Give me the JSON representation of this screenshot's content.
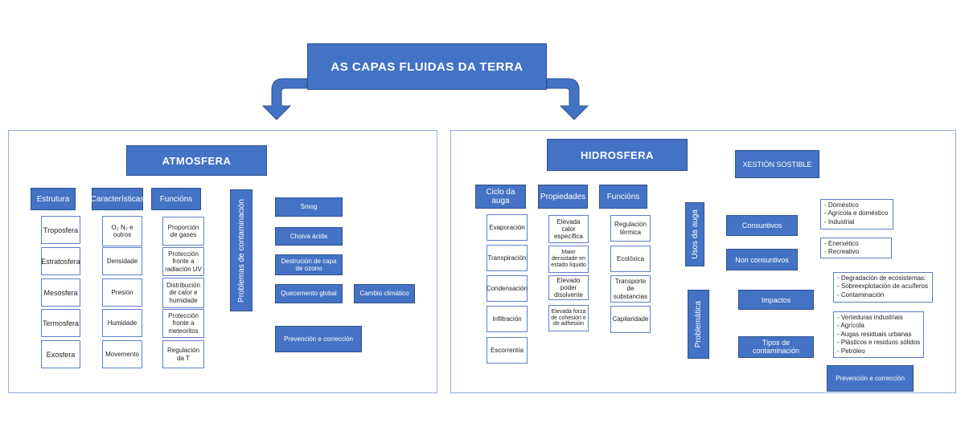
{
  "title": "AS CAPAS FLUIDAS DA TERRA",
  "colors": {
    "box_fill": "#4472c4",
    "box_border": "#2f528f",
    "line": "#a0a0a0",
    "panel_border": "#8ea9db"
  },
  "atmosfera": {
    "title": "ATMOSFERA",
    "estrutura": {
      "header": "Estrutura",
      "items": [
        "Troposfera",
        "Estratosfera",
        "Mesosfera",
        "Termosfera",
        "Exosfera"
      ]
    },
    "caracteristicas": {
      "header": "Características",
      "items": [
        "O₂ N₂ e outros",
        "Densidade",
        "Presión",
        "Humidade",
        "Movemento"
      ]
    },
    "funcions": {
      "header": "Funcións",
      "items": [
        "Proporción de gases",
        "Protección fronte a radiación UV",
        "Distribución de calor e humidade",
        "Protección fronte a meteoritos",
        "Regulación da T"
      ]
    },
    "problemas": {
      "header": "Problemas de contaminación",
      "items": [
        "Smog",
        "Choiva ácida",
        "Destrución de capa de ozono",
        "Quecemento global"
      ],
      "extra": "Cambio climático"
    },
    "prevencion": "Prevención e corrección"
  },
  "hidrosfera": {
    "title": "HIDROSFERA",
    "ciclo": {
      "header": "Ciclo da auga",
      "items": [
        "Evaporación",
        "Transpiración",
        "Condensación",
        "Infiltración",
        "Escorrentía"
      ]
    },
    "propiedades": {
      "header": "Propiedades",
      "items": [
        "Elevada calor específica",
        "Maior densidade en estado líquido",
        "Elevado poder disolvente",
        "Elevada forza de cohesión e de adhesión"
      ]
    },
    "funcions": {
      "header": "Funcións",
      "items": [
        "Regulación térmica",
        "Ecolóxica",
        "Transporte de substancias",
        "Capilaridade"
      ]
    },
    "xestion": "XESTIÓN SOSTIBLE",
    "usos": {
      "header": "Usos da auga",
      "consuntivos": {
        "label": "Consuntivos",
        "items": [
          "- Doméstico",
          "- Agrícola e  doméstico",
          "- Industrial"
        ]
      },
      "non_consuntivos": {
        "label": "Non consuntivos",
        "items": [
          "- Enerxético",
          "- Recreativo"
        ]
      }
    },
    "problematica": {
      "header": "Problemática",
      "impactos": {
        "label": "Impactos",
        "items": [
          "- Degradación de ecosistemas:",
          "- Sobreexplotación de acuíferos",
          "- Contaminación"
        ]
      },
      "tipos": {
        "label": "Tipos de contaminación",
        "items": [
          "- Verteduras industriais",
          "- Agrícola",
          "- Augas residuais urbanas",
          "- Plásticos e residuos sólidos",
          "- Petróleo"
        ]
      }
    },
    "prevencion": "Prevención e corrección"
  }
}
